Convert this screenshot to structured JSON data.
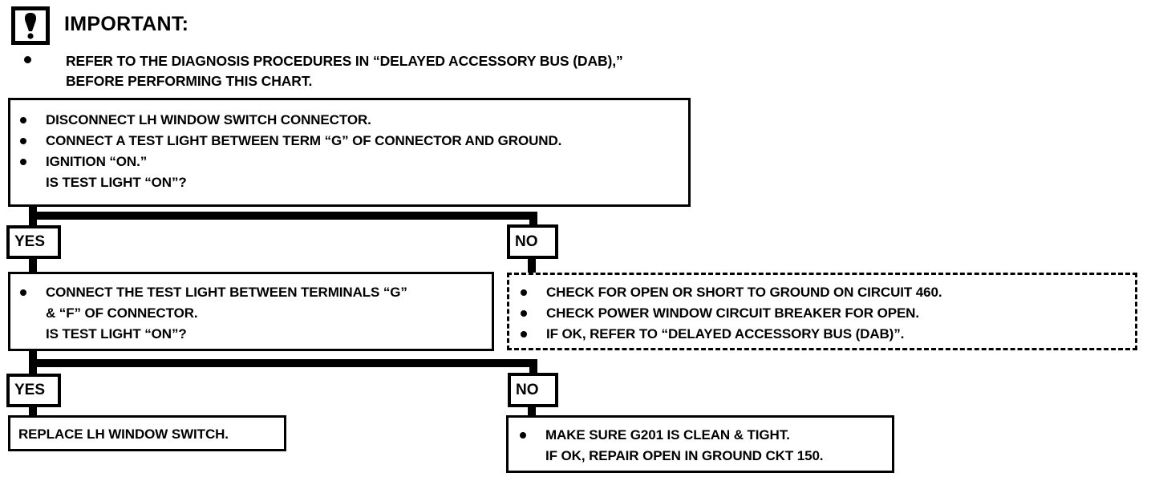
{
  "header": {
    "icon_name": "exclamation-warning-icon",
    "title": "IMPORTANT:",
    "note": "REFER TO THE DIAGNOSIS PROCEDURES IN “DELAYED ACCESSORY BUS (DAB),” BEFORE PERFORMING THIS CHART."
  },
  "colors": {
    "ink": "#000000",
    "paper": "#ffffff"
  },
  "chart": {
    "step1": {
      "lines": [
        "DISCONNECT LH WINDOW SWITCH CONNECTOR.",
        "CONNECT A TEST LIGHT BETWEEN TERM “G” OF CONNECTOR AND GROUND.",
        "IGNITION “ON.”",
        "IS TEST LIGHT “ON”?"
      ]
    },
    "branch1": {
      "yes": "YES",
      "no": "NO"
    },
    "step2": {
      "lines": [
        "CONNECT THE TEST LIGHT BETWEEN TERMINALS “G”",
        "& “F” OF CONNECTOR.",
        "IS TEST LIGHT “ON”?"
      ]
    },
    "step2_no_result": {
      "lines": [
        "CHECK FOR OPEN OR SHORT TO GROUND ON CIRCUIT 460.",
        "CHECK POWER WINDOW CIRCUIT BREAKER FOR OPEN.",
        "IF OK, REFER TO “DELAYED ACCESSORY BUS (DAB)”."
      ]
    },
    "branch2": {
      "yes": "YES",
      "no": "NO"
    },
    "result_yes": {
      "lines": [
        "REPLACE LH WINDOW SWITCH."
      ]
    },
    "result_no": {
      "lines": [
        "MAKE SURE G201 IS CLEAN & TIGHT.",
        "IF OK, REPAIR OPEN IN GROUND CKT 150."
      ]
    }
  }
}
